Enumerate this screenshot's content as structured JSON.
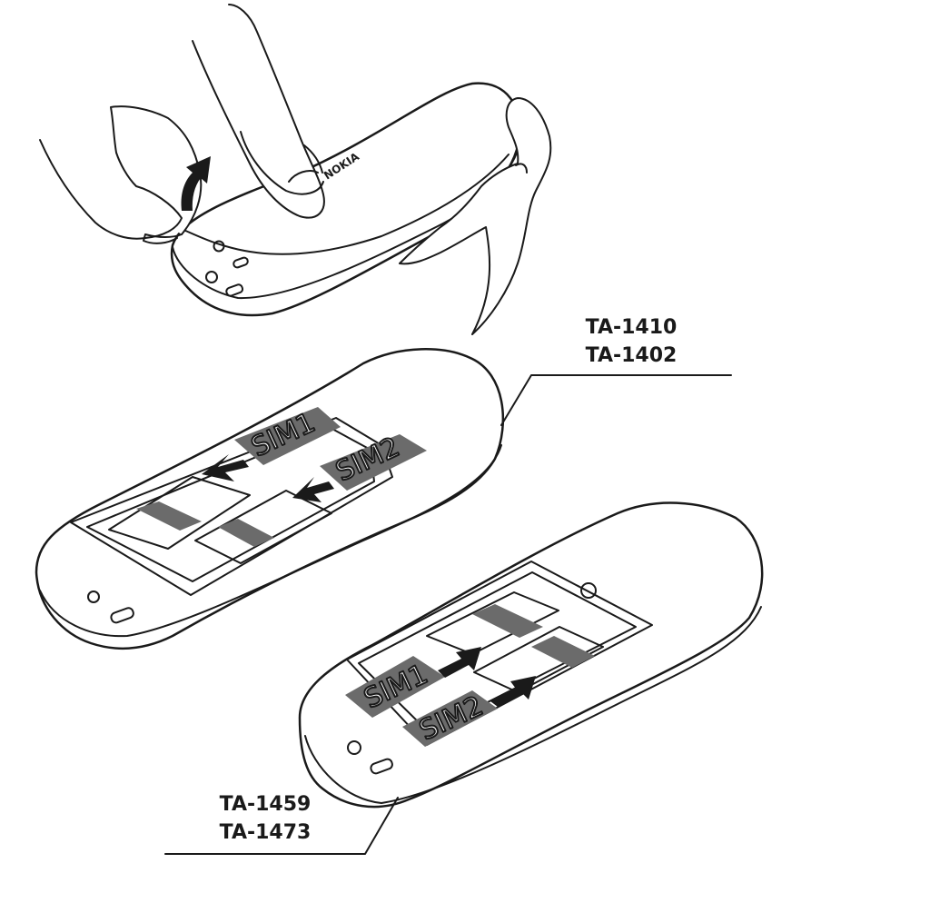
{
  "brand_logo_text": "NOKIA",
  "labels": {
    "top_models": [
      "TA-1410",
      "TA-1402"
    ],
    "bottom_models": [
      "TA-1459",
      "TA-1473"
    ]
  },
  "sim_cards": {
    "sim1": "SIM1",
    "sim2": "SIM2"
  },
  "icons": [
    "hands-removing-cover",
    "lift-arrow-icon",
    "insert-arrow-icon"
  ],
  "colors": {
    "line": "#1a1a1a",
    "sim_card": "#6b6b6b",
    "contact": "#6b6b6b",
    "background": "#ffffff"
  }
}
